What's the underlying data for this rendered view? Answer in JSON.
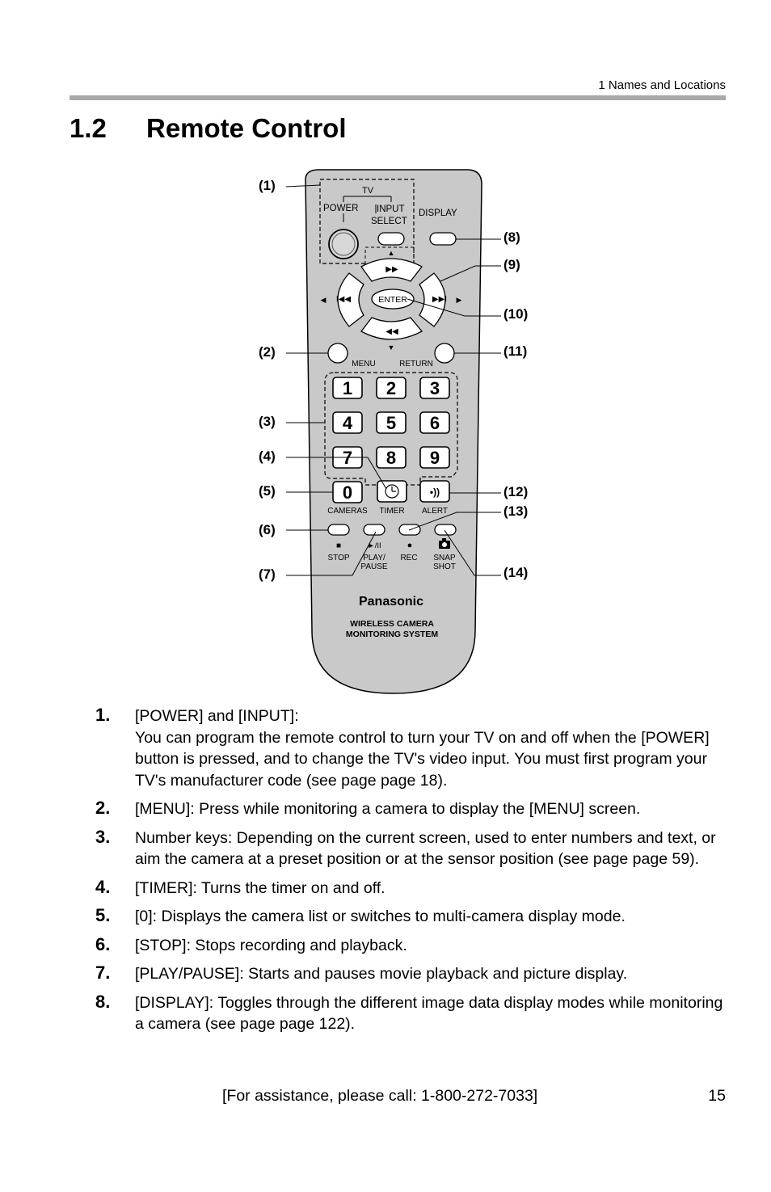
{
  "header": {
    "running_head": "1   Names and Locations",
    "section_number": "1.2",
    "section_title": "Remote Control"
  },
  "remote": {
    "callouts": [
      "(1)",
      "(2)",
      "(3)",
      "(4)",
      "(5)",
      "(6)",
      "(7)",
      "(8)",
      "(9)",
      "(10)",
      "(11)",
      "(12)",
      "(13)",
      "(14)"
    ],
    "labels": {
      "tv": "TV",
      "power": "POWER",
      "input": "INPUT",
      "select": "SELECT",
      "display": "DISPLAY",
      "enter": "ENTER",
      "menu": "MENU",
      "return": "RETURN",
      "cameras": "CAMERAS",
      "timer": "TIMER",
      "alert": "ALERT",
      "stop": "STOP",
      "play": "PLAY/",
      "pause": "PAUSE",
      "rec": "REC",
      "snap": "SNAP",
      "shot": "SHOT",
      "stop_symbol": "■",
      "play_symbol": "►/II",
      "rec_symbol": "●",
      "brand": "Panasonic",
      "product_line1": "WIRELESS CAMERA",
      "product_line2": "MONITORING SYSTEM"
    },
    "number_keys": [
      "1",
      "2",
      "3",
      "4",
      "5",
      "6",
      "7",
      "8",
      "9",
      "0"
    ],
    "icons": [
      "power-button",
      "fast-forward-icon",
      "rewind-icon",
      "skip-back-icon",
      "skip-forward-icon",
      "timer-clock-icon",
      "alert-signal-icon",
      "camera-icon"
    ]
  },
  "descriptions": [
    {
      "num": "1.",
      "lead": "[POWER] and [INPUT]:",
      "text": "You can program the remote control to turn your TV on and off when the [POWER] button is pressed, and to change the TV's video input. You must first program your TV's manufacturer code (see page page 18)."
    },
    {
      "num": "2.",
      "text": "[MENU]: Press while monitoring a camera to display the [MENU] screen."
    },
    {
      "num": "3.",
      "text": "Number keys: Depending on the current screen, used to enter numbers and text, or aim the camera at a preset position or at the sensor position (see page page 59)."
    },
    {
      "num": "4.",
      "text": "[TIMER]: Turns the timer on and off."
    },
    {
      "num": "5.",
      "text": "[0]: Displays the camera list or switches to multi-camera display mode."
    },
    {
      "num": "6.",
      "text": "[STOP]: Stops recording and playback."
    },
    {
      "num": "7.",
      "text": "[PLAY/PAUSE]: Starts and pauses movie playback and picture display."
    },
    {
      "num": "8.",
      "text": "[DISPLAY]: Toggles through the different image data display modes while monitoring a camera (see page page 122)."
    }
  ],
  "footer": {
    "assistance": "[For assistance, please call: 1-800-272-7033]",
    "page_number": "15"
  }
}
